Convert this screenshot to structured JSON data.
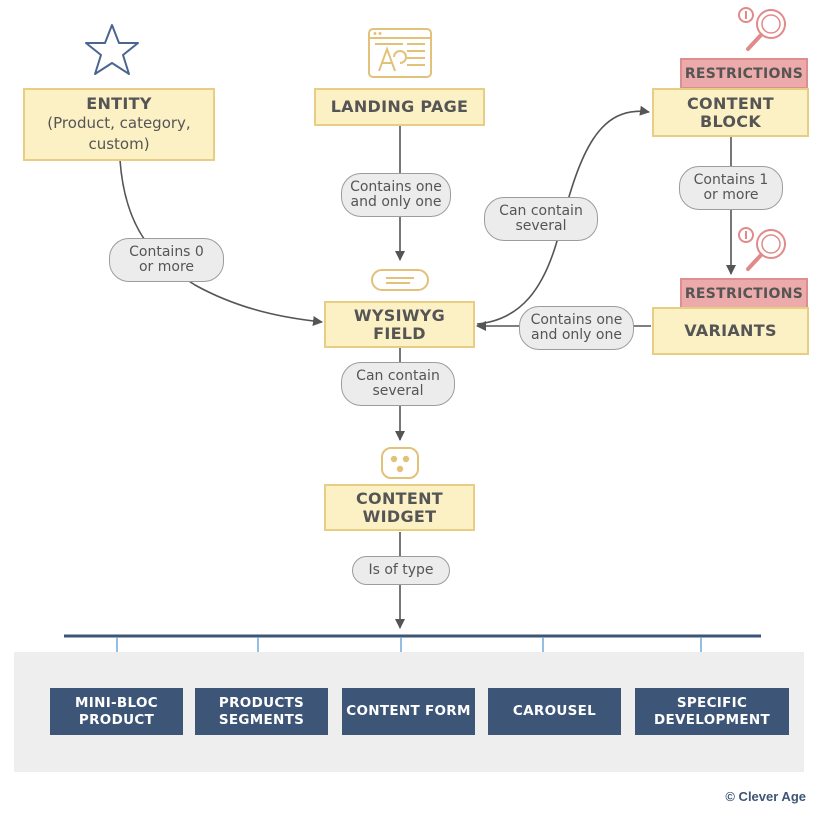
{
  "nodes": {
    "entity": {
      "title": "ENTITY",
      "line1": "(Product, category,",
      "line2": "custom)"
    },
    "landing_page": {
      "title": "LANDING PAGE"
    },
    "content_block": {
      "line1": "CONTENT",
      "line2": "BLOCK"
    },
    "wysiwyg": {
      "line1": "WYSIWYG",
      "line2": "FIELD"
    },
    "variants": {
      "title": "VARIANTS"
    },
    "content_widget": {
      "line1": "CONTENT",
      "line2": "WIDGET"
    }
  },
  "restrictions": {
    "label": "RESTRICTIONS"
  },
  "edges": {
    "entity_wysiwyg": {
      "line1": "Contains 0",
      "line2": "or more"
    },
    "landing_wysiwyg": {
      "line1": "Contains one",
      "line2": "and only one"
    },
    "wysiwyg_block": {
      "line1": "Can contain",
      "line2": "several"
    },
    "block_variants": {
      "line1": "Contains 1",
      "line2": "or more"
    },
    "variants_wysiwyg": {
      "line1": "Contains one",
      "line2": "and only one"
    },
    "wysiwyg_widget": {
      "line1": "Can contain",
      "line2": "several"
    },
    "widget_type": {
      "line1": "Is of type"
    }
  },
  "types": [
    {
      "line1": "MINI-BLOC",
      "line2": "PRODUCT"
    },
    {
      "line1": "PRODUCTS",
      "line2": "SEGMENTS"
    },
    {
      "line1": "CONTENT FORM",
      "line2": ""
    },
    {
      "line1": "CAROUSEL",
      "line2": ""
    },
    {
      "line1": "SPECIFIC",
      "line2": "DEVELOPMENT"
    }
  ],
  "icons": [
    "star-icon",
    "web-page-icon",
    "search-restriction-icon",
    "text-field-icon",
    "widget-icon"
  ],
  "colors": {
    "node_fill": "#fcf0c5",
    "node_border": "#e8cd84",
    "restriction_fill": "#ecaaaa",
    "type_fill": "#3d5577",
    "bus_line": "#3d5577",
    "branch_arrow": "#6fa8dc"
  },
  "footer": {
    "copyright": "© Clever Age"
  }
}
